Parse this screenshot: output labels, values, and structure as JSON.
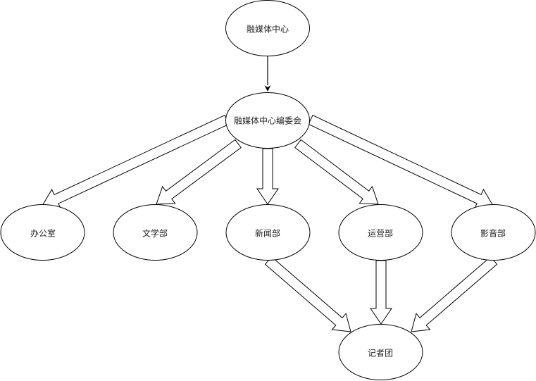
{
  "diagram": {
    "nodes": [
      {
        "id": "center",
        "label": "融媒体中心"
      },
      {
        "id": "committee",
        "label": "融媒体中心编委会"
      },
      {
        "id": "office",
        "label": "办公室"
      },
      {
        "id": "literature",
        "label": "文学部"
      },
      {
        "id": "news",
        "label": "新闻部"
      },
      {
        "id": "operations",
        "label": "运营部"
      },
      {
        "id": "media",
        "label": "影音部"
      },
      {
        "id": "reporters",
        "label": "记者团"
      }
    ],
    "edges": [
      {
        "from": "center",
        "to": "committee",
        "style": "line"
      },
      {
        "from": "committee",
        "to": "office",
        "style": "block"
      },
      {
        "from": "committee",
        "to": "literature",
        "style": "block"
      },
      {
        "from": "committee",
        "to": "news",
        "style": "block"
      },
      {
        "from": "committee",
        "to": "operations",
        "style": "block"
      },
      {
        "from": "committee",
        "to": "media",
        "style": "block"
      },
      {
        "from": "news",
        "to": "reporters",
        "style": "block"
      },
      {
        "from": "operations",
        "to": "reporters",
        "style": "block"
      },
      {
        "from": "media",
        "to": "reporters",
        "style": "block"
      }
    ],
    "colors": {
      "stroke": "#000000",
      "fill": "#ffffff",
      "text": "#222222"
    }
  }
}
